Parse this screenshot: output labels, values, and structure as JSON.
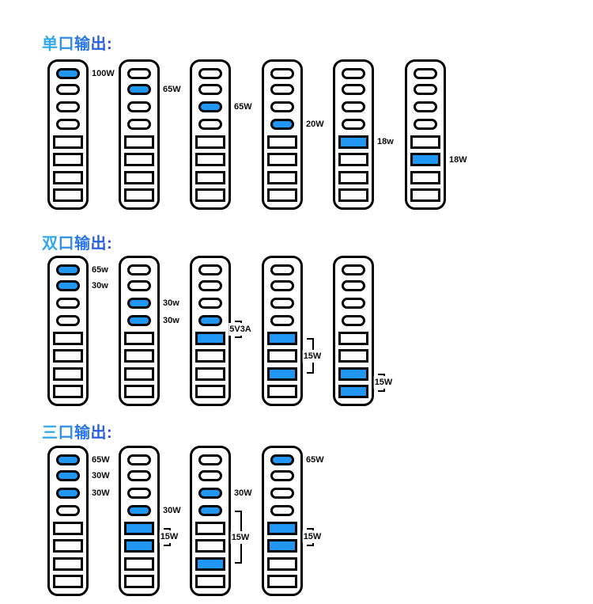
{
  "colors": {
    "highlight_fill": "#2196f3",
    "outline": "#000000",
    "title_color_left": "#31a8e8",
    "title_color_right": "#2746df",
    "background": "#ffffff"
  },
  "ports_per_strip": {
    "oval_ports": 4,
    "rectangular_ports": 4
  },
  "sections": [
    {
      "title": "单口输出:",
      "strips": [
        {
          "active_ports": [
            1
          ],
          "labels": [
            {
              "port": 1,
              "text": "100W"
            }
          ],
          "brackets": []
        },
        {
          "active_ports": [
            2
          ],
          "labels": [
            {
              "port": 2,
              "text": "65W"
            }
          ],
          "brackets": []
        },
        {
          "active_ports": [
            3
          ],
          "labels": [
            {
              "port": 3,
              "text": "65W"
            }
          ],
          "brackets": []
        },
        {
          "active_ports": [
            4
          ],
          "labels": [
            {
              "port": 4,
              "text": "20W"
            }
          ],
          "brackets": []
        },
        {
          "active_ports": [
            5
          ],
          "labels": [
            {
              "port": 5,
              "text": "18w"
            }
          ],
          "brackets": []
        },
        {
          "active_ports": [
            6
          ],
          "labels": [
            {
              "port": 6,
              "text": "18W"
            }
          ],
          "brackets": []
        }
      ]
    },
    {
      "title": "双口输出:",
      "strips": [
        {
          "active_ports": [
            1,
            2
          ],
          "labels": [
            {
              "port": 1,
              "text": "65w"
            },
            {
              "port": 2,
              "text": "30w"
            }
          ],
          "brackets": []
        },
        {
          "active_ports": [
            3,
            4
          ],
          "labels": [
            {
              "port": 3,
              "text": "30w"
            },
            {
              "port": 4,
              "text": "30w"
            }
          ],
          "brackets": []
        },
        {
          "active_ports": [
            4,
            5
          ],
          "labels": [],
          "brackets": [
            {
              "from": 4,
              "to": 5,
              "text": "5V3A"
            }
          ]
        },
        {
          "active_ports": [
            5,
            7
          ],
          "labels": [],
          "brackets": [
            {
              "from": 5,
              "to": 7,
              "text": "15W"
            }
          ]
        },
        {
          "active_ports": [
            7,
            8
          ],
          "labels": [],
          "brackets": [
            {
              "from": 7,
              "to": 8,
              "text": "15W"
            }
          ]
        }
      ]
    },
    {
      "title": "三口输出:",
      "strips": [
        {
          "active_ports": [
            1,
            2,
            3
          ],
          "labels": [
            {
              "port": 1,
              "text": "65W"
            },
            {
              "port": 2,
              "text": "30W"
            },
            {
              "port": 3,
              "text": "30W"
            }
          ],
          "brackets": []
        },
        {
          "active_ports": [
            4,
            5,
            6
          ],
          "labels": [
            {
              "port": 4,
              "text": "30W"
            }
          ],
          "brackets": [
            {
              "from": 5,
              "to": 6,
              "text": "15W"
            }
          ]
        },
        {
          "active_ports": [
            3,
            4,
            7
          ],
          "labels": [
            {
              "port": 3,
              "text": "30W"
            }
          ],
          "brackets": [
            {
              "from": 4,
              "to": 7,
              "text": "15W"
            }
          ]
        },
        {
          "active_ports": [
            1,
            5,
            6
          ],
          "labels": [
            {
              "port": 1,
              "text": "65W"
            }
          ],
          "brackets": [
            {
              "from": 5,
              "to": 6,
              "text": "15W"
            }
          ]
        }
      ]
    }
  ]
}
